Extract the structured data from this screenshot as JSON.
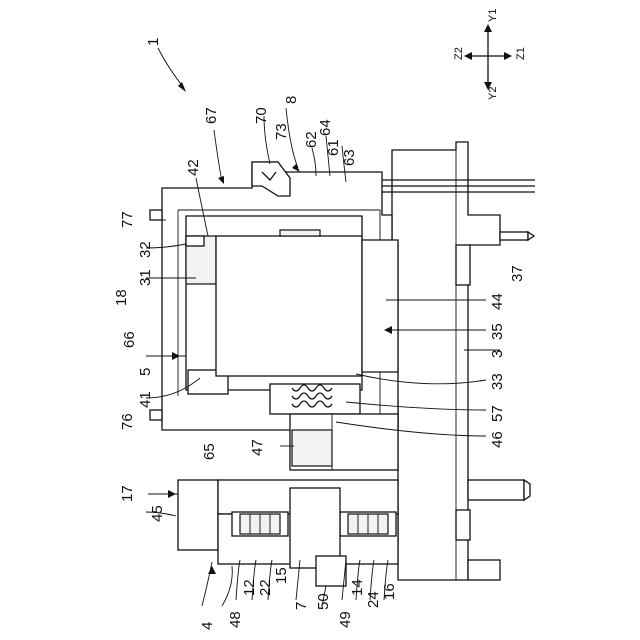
{
  "labels": {
    "l1": "1",
    "l67": "67",
    "l70": "70",
    "l8": "8",
    "l73": "73",
    "l64": "64",
    "l62": "62",
    "l61": "61",
    "l63": "63",
    "l42": "42",
    "l77": "77",
    "l32": "32",
    "l31": "31",
    "l18": "18",
    "l66": "66",
    "l44": "44",
    "l35": "35",
    "l37": "37",
    "l5": "5",
    "l3": "3",
    "l41": "41",
    "l33": "33",
    "l76": "76",
    "l57": "57",
    "l65": "65",
    "l47": "47",
    "l46": "46",
    "l17": "17",
    "l45": "45",
    "l4": "4",
    "l48": "48",
    "l12": "12",
    "l22": "22",
    "l15": "15",
    "l7": "7",
    "l50": "50",
    "l49": "49",
    "l14": "14",
    "l24": "24",
    "l16": "16"
  },
  "axes": {
    "y1": "Y1",
    "y2": "Y2",
    "z1": "Z1",
    "z2": "Z2"
  }
}
